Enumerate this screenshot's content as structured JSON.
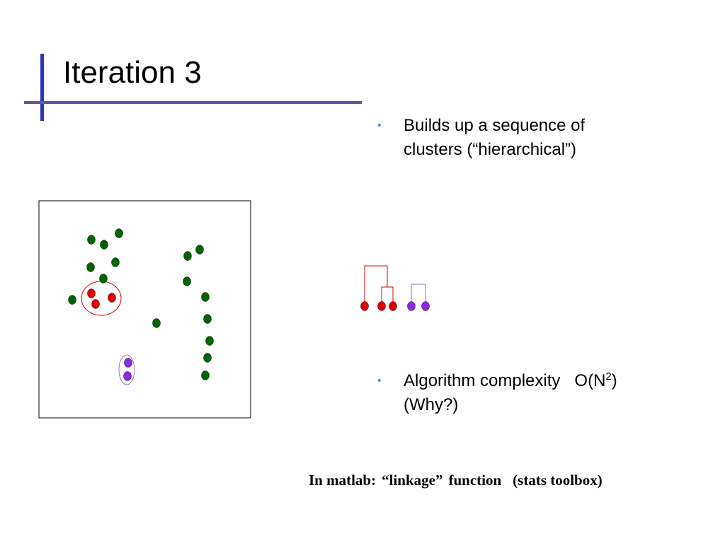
{
  "title": "Iteration 3",
  "bullets": [
    {
      "text": "Builds up a sequence of clusters (“hierarchical”)"
    },
    {
      "text_main": "Algorithm complexity",
      "complexity_base": "O(N",
      "complexity_exp": "2",
      "complexity_close": ")",
      "text_line2": "(Why?)"
    }
  ],
  "footer": {
    "prefix": "In matlab:",
    "quoted": "“linkage”",
    "function_word": "function",
    "toolbox": "(stats toolbox)"
  },
  "colors": {
    "accent_bar": "#3333b3",
    "bullet": "#5b84e6",
    "point_green": "#006400",
    "point_red": "#e00000",
    "point_purple": "#8a2be2",
    "cluster_red_outline": "#e00000",
    "cluster_purple_outline": "#9370db"
  },
  "scatter": {
    "green_points": [
      [
        129,
        339
      ],
      [
        147,
        346
      ],
      [
        168,
        330
      ],
      [
        128,
        378
      ],
      [
        163,
        371
      ],
      [
        146,
        394
      ],
      [
        102,
        424
      ],
      [
        221,
        457
      ],
      [
        265,
        362
      ],
      [
        282,
        353
      ],
      [
        264,
        398
      ],
      [
        290,
        420
      ],
      [
        293,
        451
      ],
      [
        296,
        482
      ],
      [
        293,
        506
      ],
      [
        290,
        531
      ]
    ],
    "red_cluster": [
      [
        129,
        415
      ],
      [
        158,
        421
      ],
      [
        135,
        430
      ]
    ],
    "purple_cluster": [
      [
        181,
        513
      ],
      [
        180,
        532
      ]
    ]
  },
  "dendrogram": {
    "red_leaves": [
      515,
      539,
      555
    ],
    "purple_leaves": [
      581,
      601
    ]
  }
}
